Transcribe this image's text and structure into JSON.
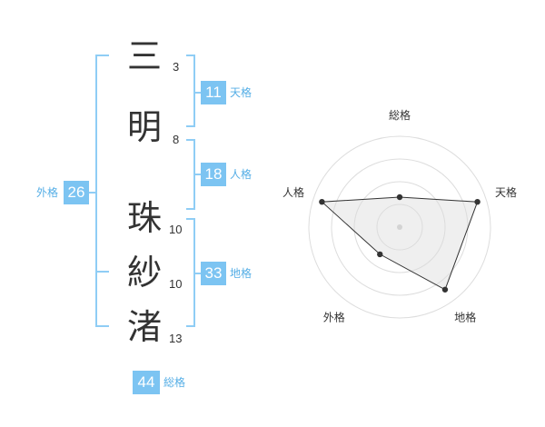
{
  "name_chars": [
    {
      "char": "三",
      "strokes": "3"
    },
    {
      "char": "明",
      "strokes": "8"
    },
    {
      "char": "珠",
      "strokes": "10"
    },
    {
      "char": "紗",
      "strokes": "10"
    },
    {
      "char": "渚",
      "strokes": "13"
    }
  ],
  "kaku": {
    "tenkaku": {
      "value": "11",
      "label": "天格"
    },
    "jinkaku": {
      "value": "18",
      "label": "人格"
    },
    "chikaku": {
      "value": "33",
      "label": "地格"
    },
    "gaikaku": {
      "value": "26",
      "label": "外格"
    },
    "soukaku": {
      "value": "44",
      "label": "総格"
    }
  },
  "colors": {
    "bracket": "#8fcdf5",
    "badge": "#7cc4f2",
    "label": "#55aee6"
  },
  "chart_data": {
    "type": "radar",
    "axes": [
      "総格",
      "天格",
      "地格",
      "外格",
      "人格"
    ],
    "values": [
      0.33,
      0.9,
      0.85,
      0.37,
      0.9
    ],
    "range": [
      0,
      1
    ],
    "rings": 4,
    "grid": true
  }
}
